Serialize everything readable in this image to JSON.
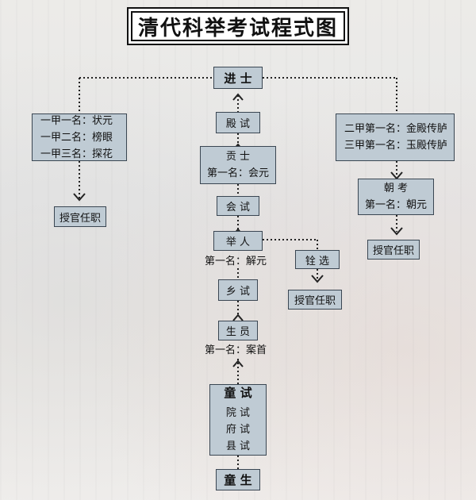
{
  "title": "清代科举考试程式图",
  "nodes": {
    "jinshi": "进 士",
    "dianshi": "殿 试",
    "gongshi": "贡 士",
    "gongshi_first": "第一名：会元",
    "huishi": "会 试",
    "juren": "举 人",
    "juren_first": "第一名：解元",
    "quanxuan": "铨 选",
    "xiangshi": "乡 试",
    "shengyuan": "生 员",
    "shengyuan_first": "第一名：案首",
    "tongshi": "童 试",
    "tongshi_sub": [
      "院 试",
      "府 试",
      "县 试"
    ],
    "tongsheng": "童 生",
    "yijia": [
      "一甲一名：状元",
      "一甲二名：榜眼",
      "一甲三名：探花"
    ],
    "erjia": [
      "二甲第一名：金殿传胪",
      "三甲第一名：玉殿传胪"
    ],
    "chaokao": "朝 考",
    "chaokao_first": "第一名：朝元",
    "shouguan_left": "授官任职",
    "shouguan_mid": "授官任职",
    "shouguan_right": "授官任职"
  }
}
